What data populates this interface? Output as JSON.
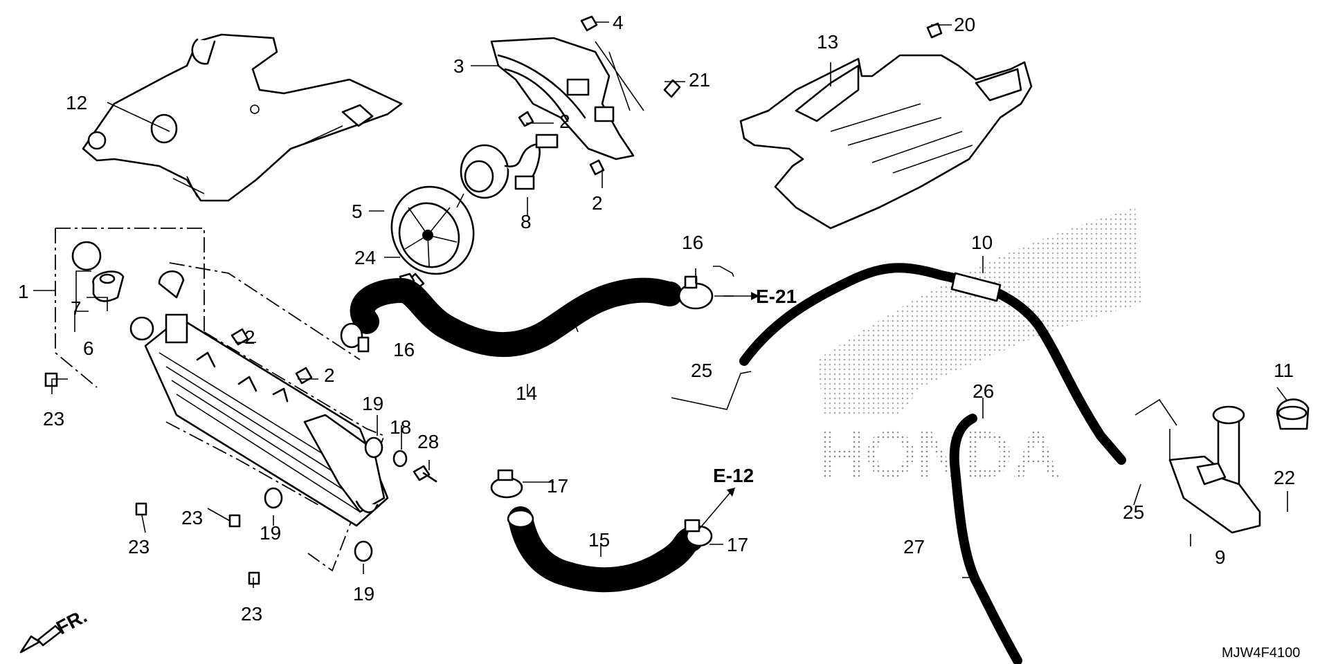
{
  "diagram": {
    "part_code": "MJW4F4100",
    "direction_label": "FR.",
    "refs": {
      "e21": "E-21",
      "e12": "E-12"
    },
    "callouts": {
      "c1": "1",
      "c2a": "2",
      "c2b": "2",
      "c2c": "2",
      "c2d": "2",
      "c3": "3",
      "c4": "4",
      "c5": "5",
      "c6": "6",
      "c7": "7",
      "c8": "8",
      "c9": "9",
      "c10": "10",
      "c11": "11",
      "c12": "12",
      "c13": "13",
      "c14": "14",
      "c15": "15",
      "c16a": "16",
      "c16b": "16",
      "c17a": "17",
      "c17b": "17",
      "c18": "18",
      "c19a": "19",
      "c19b": "19",
      "c19c": "19",
      "c20": "20",
      "c21": "21",
      "c22": "22",
      "c23a": "23",
      "c23b": "23",
      "c23c": "23",
      "c23d": "23",
      "c24": "24",
      "c25a": "25",
      "c25b": "25",
      "c26": "26",
      "c27": "27",
      "c28": "28"
    },
    "watermark": {
      "brand": "HONDA",
      "text": "HONDA"
    }
  }
}
